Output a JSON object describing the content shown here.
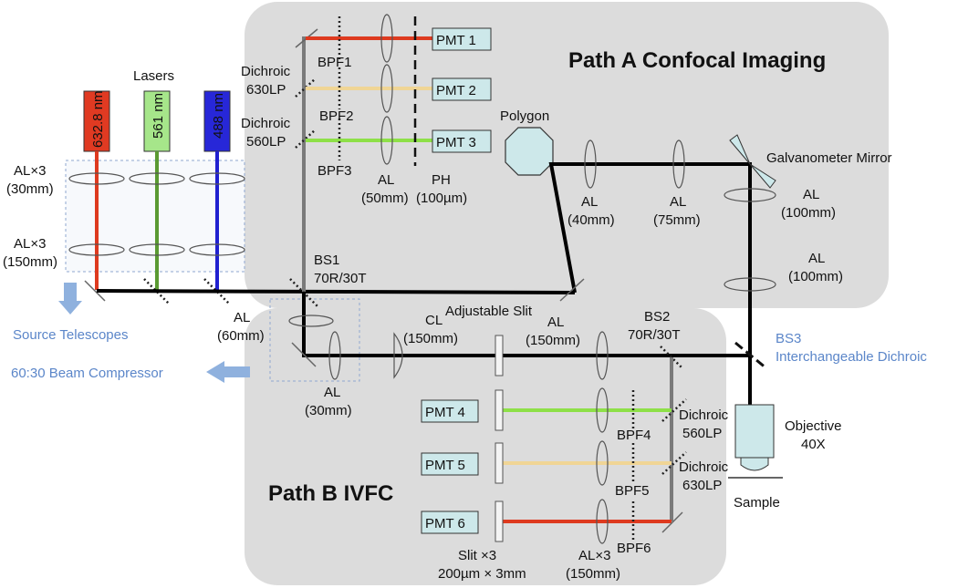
{
  "titles": {
    "path_a": "Path A Confocal Imaging",
    "path_b": "Path B IVFC"
  },
  "lasers": {
    "heading": "Lasers",
    "items": [
      {
        "label": "632.8 nm",
        "color": "#e03a22"
      },
      {
        "label": "561 nm",
        "color": "#7fd65a"
      },
      {
        "label": "488 nm",
        "color": "#2727d8"
      }
    ]
  },
  "pmts": [
    "PMT 1",
    "PMT 2",
    "PMT 3",
    "PMT 4",
    "PMT 5",
    "PMT 6"
  ],
  "beam_colors": {
    "red": "#de3a1f",
    "yellow": "#f0d595",
    "green": "#8ee048",
    "black": "#000000",
    "gray": "#7a7a7a",
    "panel": "#dcdcdc",
    "pmt_box": "#cde8ea",
    "accent_text": "#5b86c9"
  },
  "labels": {
    "al3_30_a": "AL×3",
    "al3_30_b": "(30mm)",
    "al3_150_a": "AL×3",
    "al3_150_b": "(150mm)",
    "source_telescopes": "Source Telescopes",
    "beam_compressor": "60:30 Beam Compressor",
    "al60_a": "AL",
    "al60_b": "(60mm)",
    "al30_a": "AL",
    "al30_b": "(30mm)",
    "bs1_a": "BS1",
    "bs1_b": "70R/30T",
    "dich630_a": "Dichroic",
    "dich630_b": "630LP",
    "dich560_a": "Dichroic",
    "dich560_b": "560LP",
    "bpf1": "BPF1",
    "bpf2": "BPF2",
    "bpf3": "BPF3",
    "al50_a": "AL",
    "al50_b": "(50mm)",
    "ph_a": "PH",
    "ph_b": "(100µm)",
    "polygon": "Polygon",
    "al40_a": "AL",
    "al40_b": "(40mm)",
    "al75_a": "AL",
    "al75_b": "(75mm)",
    "galvo": "Galvanometer Mirror",
    "al100a_a": "AL",
    "al100a_b": "(100mm)",
    "al100b_a": "AL",
    "al100b_b": "(100mm)",
    "adj_slit": "Adjustable Slit",
    "cl_a": "CL",
    "cl_b": "(150mm)",
    "al150_a": "AL",
    "al150_b": "(150mm)",
    "bs2_a": "BS2",
    "bs2_b": "70R/30T",
    "bs3_a": "BS3",
    "bs3_b": "Interchangeable Dichroic",
    "objective_a": "Objective",
    "objective_b": "40X",
    "sample": "Sample",
    "bpf4": "BPF4",
    "bpf5": "BPF5",
    "bpf6": "BPF6",
    "dich560b_a": "Dichroic",
    "dich560b_b": "560LP",
    "dich630b_a": "Dichroic",
    "dich630b_b": "630LP",
    "slit3_a": "Slit ×3",
    "slit3_b": "200µm × 3mm",
    "al3_150b_a": "AL×3",
    "al3_150b_b": "(150mm)"
  }
}
